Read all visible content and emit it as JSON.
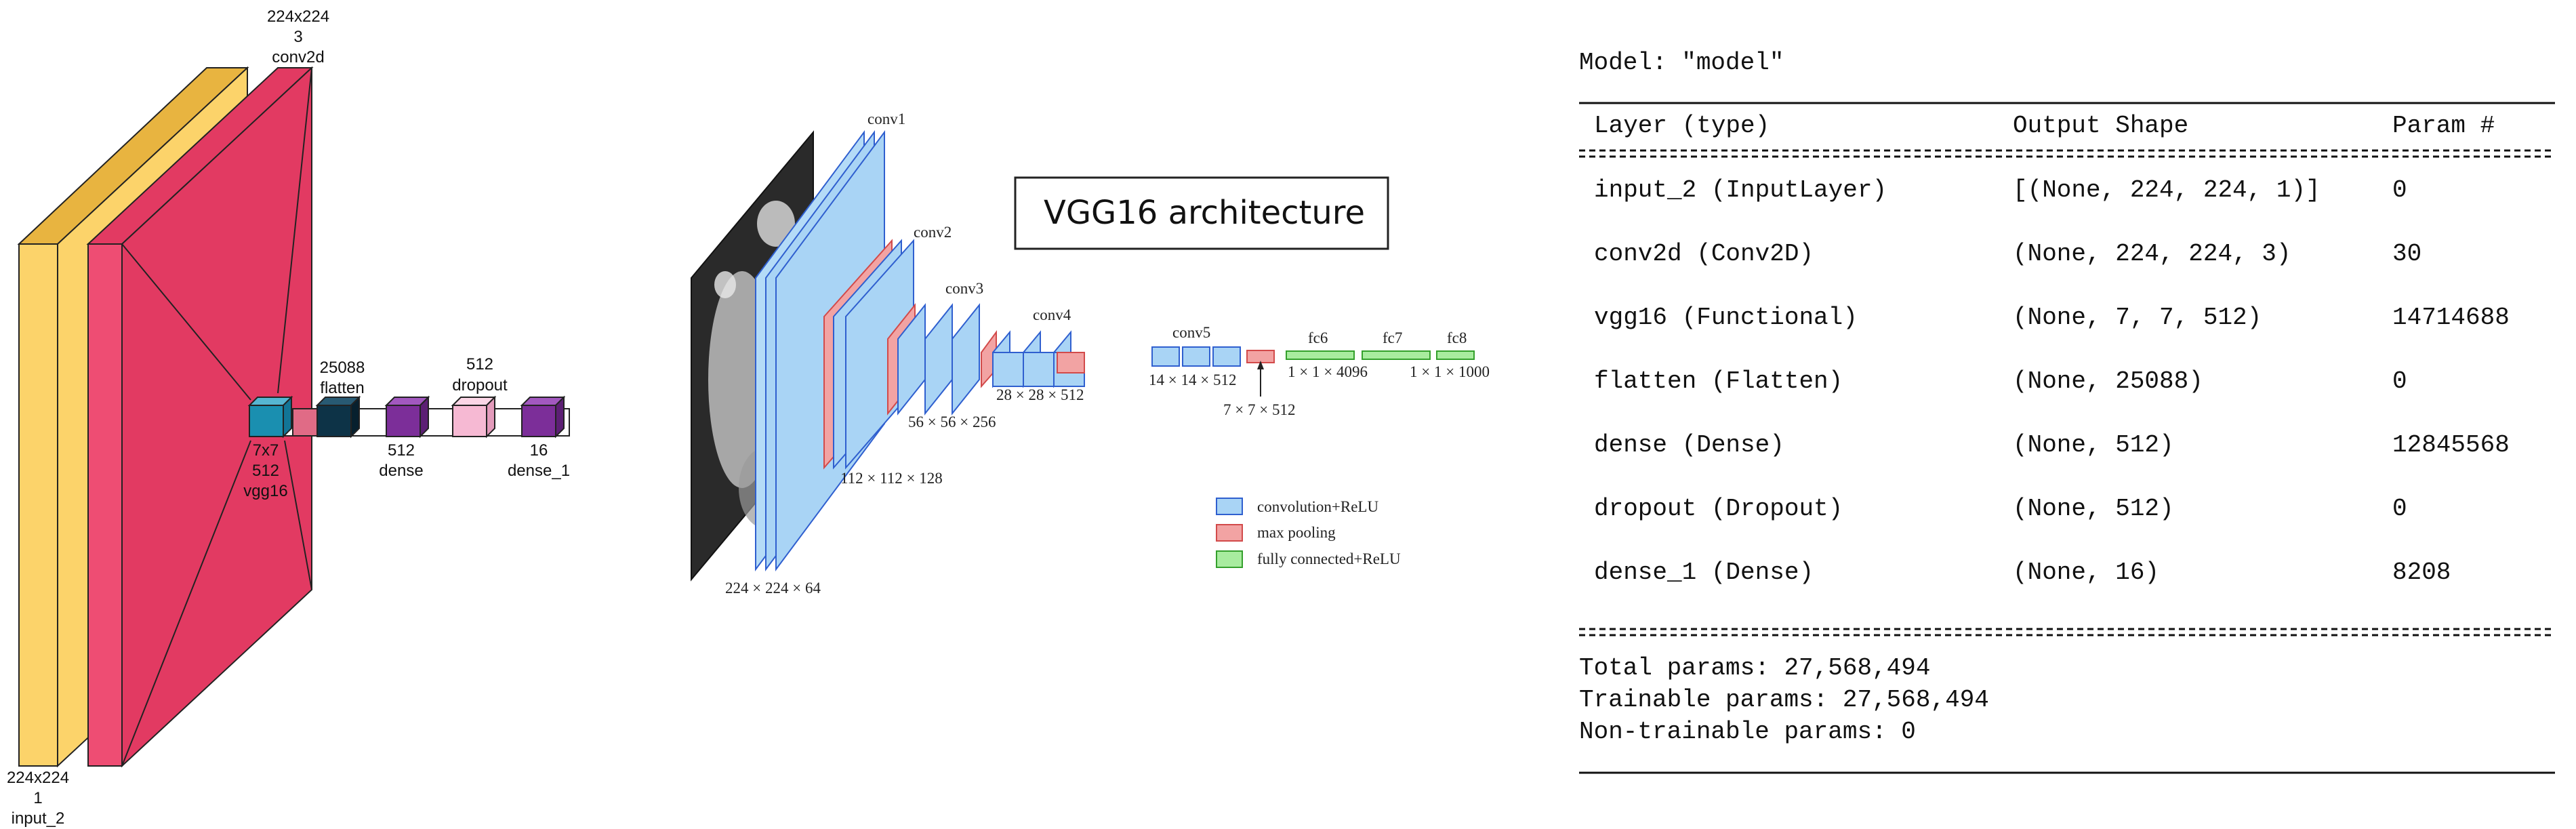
{
  "left_diagram": {
    "colors": {
      "input_yellow": "#fcd36a",
      "input_yellow_dark": "#e8b440",
      "conv_pink": "#e23a62",
      "conv_pink_light": "#ee4d73",
      "vgg_teal": "#1a8fb0",
      "flatten_navy": "#0d3347",
      "dense_purple": "#7c2e99",
      "dropout_pink": "#f6b9d3",
      "connector": "#e06b86"
    },
    "labels": {
      "conv2d_top_1": "224x224",
      "conv2d_top_2": "3",
      "conv2d_top_3": "conv2d",
      "flatten_1": "25088",
      "flatten_2": "flatten",
      "dropout_1": "512",
      "dropout_2": "dropout",
      "vgg_1": "7x7",
      "vgg_2": "512",
      "vgg_3": "vgg16",
      "dense_1": "512",
      "dense_2": "dense",
      "dense1_1": "16",
      "dense1_2": "dense_1",
      "input_1": "224x224",
      "input_2": "1",
      "input_3": "input_2"
    }
  },
  "vgg_diagram": {
    "title": "VGG16 architecture",
    "stages": {
      "conv1": "conv1",
      "conv2": "conv2",
      "conv3": "conv3",
      "conv4": "conv4",
      "conv5": "conv5",
      "fc6": "fc6",
      "fc7": "fc7",
      "fc8": "fc8"
    },
    "dims": {
      "d224": "224 × 224 × 64",
      "d112": "112 × 112 × 128",
      "d56": "56 × 56 × 256",
      "d28": "28 × 28 × 512",
      "d14": "14 × 14 × 512",
      "d7": "7 × 7 × 512",
      "fc_4096": "1 × 1 × 4096",
      "fc_1000": "1 × 1 × 1000"
    },
    "legend": [
      {
        "label": "convolution+ReLU",
        "color": "#a9d4f5",
        "border": "#2f5fcf"
      },
      {
        "label": "max pooling",
        "color": "#f2a3a3",
        "border": "#d24a4a"
      },
      {
        "label": "fully connected+ReLU",
        "color": "#a8ec9f",
        "border": "#34a02c"
      }
    ]
  },
  "model_summary": {
    "model_line": "Model: \"model\"",
    "headers": {
      "layer": "Layer (type)",
      "shape": "Output Shape",
      "params": "Param #"
    },
    "rows": [
      {
        "layer": "input_2 (InputLayer)",
        "shape": "[(None, 224, 224, 1)]",
        "params": "0"
      },
      {
        "layer": "conv2d (Conv2D)",
        "shape": "(None, 224, 224, 3)",
        "params": "30"
      },
      {
        "layer": "vgg16 (Functional)",
        "shape": "(None, 7, 7, 512)",
        "params": "14714688"
      },
      {
        "layer": "flatten (Flatten)",
        "shape": "(None, 25088)",
        "params": "0"
      },
      {
        "layer": "dense (Dense)",
        "shape": "(None, 512)",
        "params": "12845568"
      },
      {
        "layer": "dropout (Dropout)",
        "shape": "(None, 512)",
        "params": "0"
      },
      {
        "layer": "dense_1 (Dense)",
        "shape": "(None, 16)",
        "params": "8208"
      }
    ],
    "footer": {
      "total": "Total params: 27,568,494",
      "trainable": "Trainable params: 27,568,494",
      "non_trainable": "Non-trainable params: 0"
    },
    "separator_eq": "=====================================================================",
    "separator_line": "_____________________________________________________________________"
  }
}
